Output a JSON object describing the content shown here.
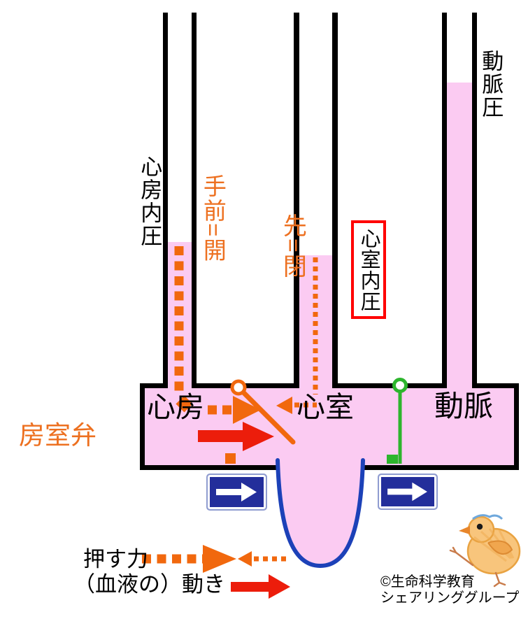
{
  "colors": {
    "fluid_pink": "#FBCBF2",
    "orange": "#ED7020",
    "arrow_orange": "#F1680E",
    "red": "#EC1D0B",
    "red_box_border": "#FF0000",
    "green": "#2DB52D",
    "bulge_blue": "#1C41B8",
    "sign_navy": "#232E9B",
    "line_black": "#000000"
  },
  "labels": {
    "atrial_pressure": "心房内圧",
    "front_open": "手前=開",
    "tip_closed": "先=閉",
    "ventricular_pressure": "心室内圧",
    "arterial_pressure": "動脈圧",
    "av_valve": "房室弁",
    "atrium": "心房",
    "ventricle": "心室",
    "artery": "動脈"
  },
  "legend": {
    "push_force": "押す力",
    "blood_movement": "（血液の）動き"
  },
  "credit": {
    "line1": "©生命科学教育",
    "line2": "シェアリンググループ"
  }
}
